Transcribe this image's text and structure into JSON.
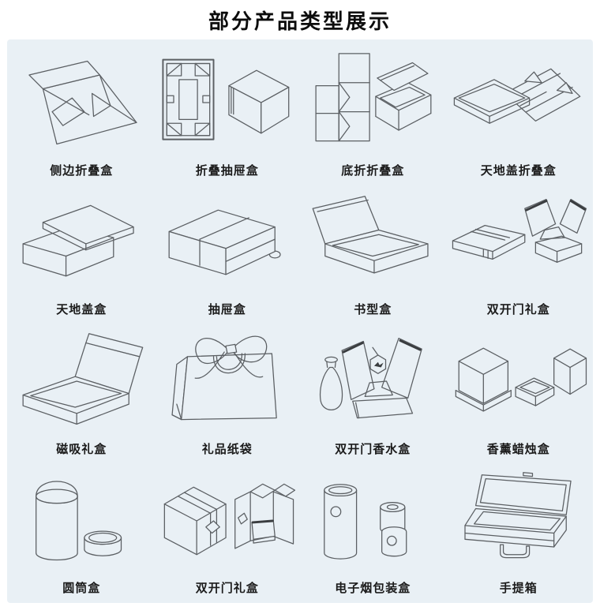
{
  "title": "部分产品类型展示",
  "colors": {
    "panel_bg": "#e9f0f5",
    "line": "#5b5f63",
    "title_text": "#0c0c0c",
    "label_text": "#1b1b1b"
  },
  "grid": {
    "items": [
      {
        "label": "侧边折叠盒",
        "icon": "side-fold-box-illustration"
      },
      {
        "label": "折叠抽屉盒",
        "icon": "folding-drawer-box-illustration"
      },
      {
        "label": "底折折叠盒",
        "icon": "bottom-fold-box-illustration"
      },
      {
        "label": "天地盖折叠盒",
        "icon": "lid-base-folding-box-illustration"
      },
      {
        "label": "天地盖盒",
        "icon": "lid-base-box-illustration"
      },
      {
        "label": "抽屉盒",
        "icon": "drawer-box-illustration"
      },
      {
        "label": "书型盒",
        "icon": "book-box-illustration"
      },
      {
        "label": "双开门礼盒",
        "icon": "double-door-gift-box-illustration"
      },
      {
        "label": "磁吸礼盒",
        "icon": "magnetic-gift-box-illustration"
      },
      {
        "label": "礼品纸袋",
        "icon": "gift-paper-bag-illustration"
      },
      {
        "label": "双开门香水盒",
        "icon": "double-door-perfume-box-illustration"
      },
      {
        "label": "香薰蜡烛盒",
        "icon": "aroma-candle-box-illustration"
      },
      {
        "label": "圆筒盒",
        "icon": "cylinder-box-illustration"
      },
      {
        "label": "双开门礼盒",
        "icon": "double-door-gift-box-2-illustration"
      },
      {
        "label": "电子烟包装盒",
        "icon": "vape-packaging-box-illustration"
      },
      {
        "label": "手提箱",
        "icon": "suitcase-illustration"
      }
    ]
  }
}
